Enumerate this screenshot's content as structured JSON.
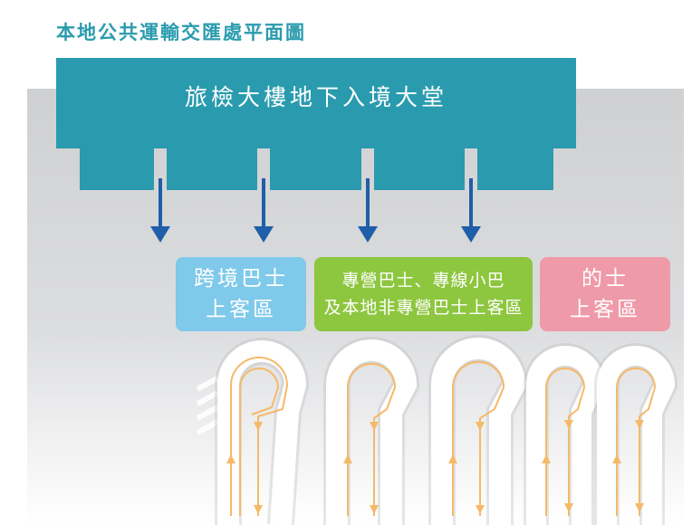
{
  "title": "本地公共運輸交匯處平面圖",
  "hall": {
    "label": "旅檢大樓地下入境大堂"
  },
  "exit_arrows": {
    "count": 4,
    "color": "#1f5ea8"
  },
  "zones": [
    {
      "id": "cross-boundary",
      "lines": [
        "跨境巴士",
        "上客區"
      ],
      "color": "#7fc9ea"
    },
    {
      "id": "special-bus",
      "lines": [
        "專營巴士、專線小巴",
        "及本地非專營巴士上客區"
      ],
      "color": "#8dc63f"
    },
    {
      "id": "taxi",
      "lines": [
        "的士",
        "上客區"
      ],
      "color": "#ef9aa8"
    }
  ],
  "colors": {
    "title": "#2a9bae",
    "hall": "#2a9bae",
    "floor": "#cfd0d2",
    "loop_road": "#ffffff",
    "lane_arrow": "#f5b968"
  },
  "loops": {
    "count": 5,
    "direction": "u-turn"
  }
}
